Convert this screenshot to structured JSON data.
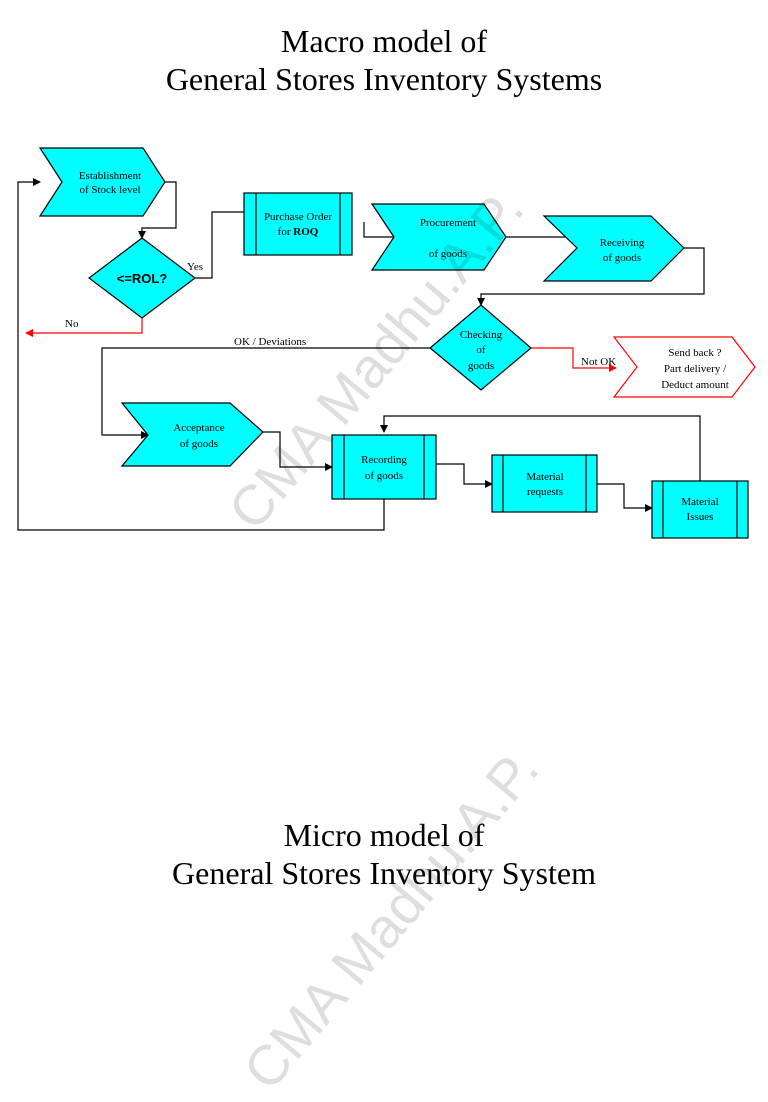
{
  "titles": {
    "macro_line1": "Macro model of",
    "macro_line2": "General Stores Inventory Systems",
    "micro_line1": "Micro model of",
    "micro_line2": "General Stores Inventory System"
  },
  "watermark": "CMA Madhu.A.P.",
  "colors": {
    "shape_fill": "#00ffff",
    "red_line": "#ff0000",
    "line": "#000000"
  },
  "flowchart": {
    "establishment": [
      "Establishment",
      "of Stock level"
    ],
    "rol_decision": "<=ROL?",
    "purchase_order": {
      "line1": "Purchase Order",
      "line2_prefix": "for ",
      "line2_bold": "ROQ"
    },
    "procurement": [
      "Procurement",
      "of goods"
    ],
    "receiving": [
      "Receiving",
      "of  goods"
    ],
    "checking": [
      "Checking",
      "of",
      "goods"
    ],
    "send_back": [
      "Send  back ?",
      "Part delivery /",
      "Deduct amount"
    ],
    "acceptance": [
      "Acceptance",
      "of  goods"
    ],
    "recording": [
      "Recording",
      "of  goods"
    ],
    "material_requests": [
      "Material",
      "requests"
    ],
    "material_issues": [
      "Material",
      "Issues"
    ],
    "labels": {
      "yes": "Yes",
      "no": "No",
      "ok_deviations": "OK / Deviations",
      "not_ok": "Not OK"
    }
  }
}
